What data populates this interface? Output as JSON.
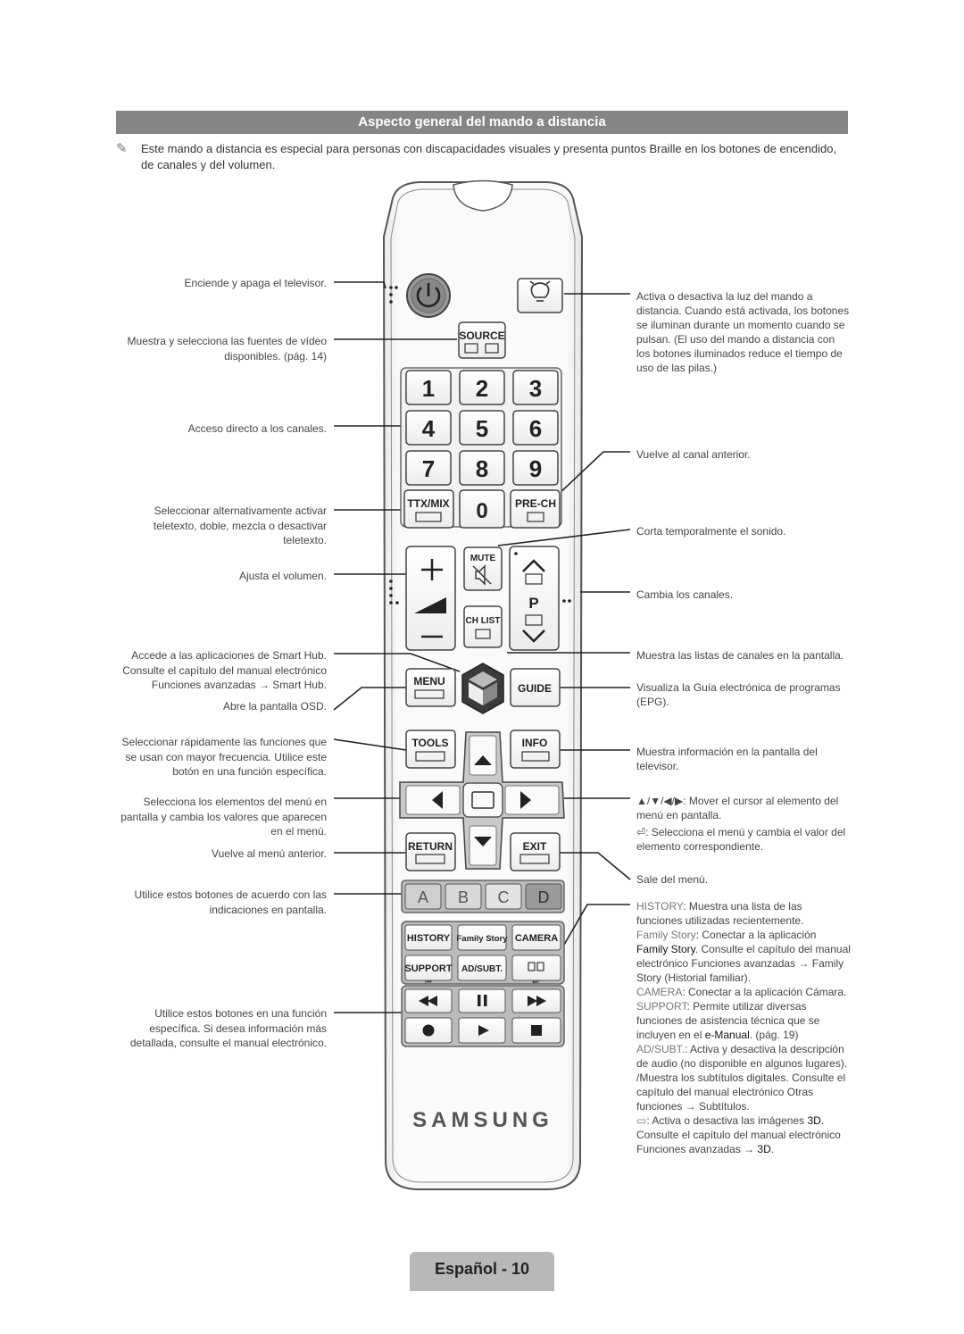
{
  "section_title": "Aspecto general del mando a distancia",
  "note": "Este mando a distancia es especial para personas con discapacidades visuales y presenta puntos Braille en los botones de encendido, de canales y del volumen.",
  "left_labels": [
    "Enciende y apaga el televisor.",
    "Muestra y selecciona las fuentes de vídeo disponibles. (pág. 14)",
    "Acceso directo a los canales.",
    "Seleccionar alternativamente activar teletexto, doble, mezcla o desactivar teletexto.",
    "Ajusta el volumen.",
    "Accede a las aplicaciones de Smart Hub. Consulte el capítulo del manual electrónico Funciones avanzadas → Smart Hub.",
    "Abre la pantalla OSD.",
    "Seleccionar rápidamente las funciones que se usan con mayor frecuencia. Utilice este botón en una función específica.",
    "Selecciona los elementos del menú en pantalla y cambia los valores que aparecen en el menú.",
    "Vuelve al menú anterior.",
    "Utilice estos botones de acuerdo con las indicaciones en pantalla.",
    "Utilice estos botones en una función específica. Si desea información más detallada, consulte el manual electrónico."
  ],
  "right_labels": {
    "light": "Activa o desactiva la luz del mando a distancia. Cuando está activada, los botones se iluminan durante un momento cuando se pulsan. (El uso del mando a distancia con los botones iluminados reduce el tiempo de uso de las pilas.)",
    "prech": "Vuelve al canal anterior.",
    "mute": "Corta temporalmente el sonido.",
    "channels": "Cambia los canales.",
    "chlist": "Muestra las listas de canales en la pantalla.",
    "guide": "Visualiza la Guía electrónica de programas (EPG).",
    "info": "Muestra información en la pantalla del televisor.",
    "arrows": "▲/▼/◀/▶: Mover el cursor al elemento del menú en pantalla.",
    "enter": ": Selecciona el menú y cambia el valor del elemento correspondiente.",
    "exit": "Sale del menú.",
    "history_key": "HISTORY",
    "history": ": Muestra una lista de las funciones utilizadas recientemente.",
    "family_key": "Family Story",
    "family_a": ": Conectar a la aplicación ",
    "family_b": "Family Story",
    "family_c": ". Consulte el capítulo del manual electrónico Funciones avanzadas → Family Story (Historial familiar).",
    "camera_key": "CAMERA",
    "camera": ": Conectar a la aplicación Cámara.",
    "support_key": "SUPPORT",
    "support_a": ": Permite utilizar diversas funciones de asistencia técnica que se incluyen en el ",
    "support_b": "e-Manual",
    "support_c": ". (pág. 19)",
    "adsubt_key": "AD/SUBT.",
    "adsubt": ": Activa y desactiva la descripción de audio (no disponible en algunos lugares). /Muestra los subtítulos digitales. Consulte el capítulo del manual electrónico Otras funciones → Subtítulos.",
    "three_d_a": ": Activa o desactiva las imágenes ",
    "three_d_b": "3D",
    "three_d_c": ". Consulte el capítulo del manual electrónico Funciones avanzadas → ",
    "three_d_d": "3D",
    "three_d_e": "."
  },
  "remote": {
    "source": "SOURCE",
    "digits": [
      "1",
      "2",
      "3",
      "4",
      "5",
      "6",
      "7",
      "8",
      "9",
      "0"
    ],
    "ttx": "TTX/MIX",
    "prech": "PRE-CH",
    "mute": "MUTE",
    "p": "P",
    "chlist": "CH LIST",
    "menu": "MENU",
    "guide": "GUIDE",
    "tools": "TOOLS",
    "info": "INFO",
    "return": "RETURN",
    "exit": "EXIT",
    "abcd": [
      "A",
      "B",
      "C",
      "D"
    ],
    "abcd_colors": [
      "#cfcfcf",
      "#d8d8d8",
      "#e2e2e2",
      "#9a9a9a"
    ],
    "history": "HISTORY",
    "family": "Family Story",
    "camera": "CAMERA",
    "support": "SUPPORT",
    "adsubt": "AD/SUBT.",
    "brand": "SAMSUNG"
  },
  "footer": "Español - 10"
}
